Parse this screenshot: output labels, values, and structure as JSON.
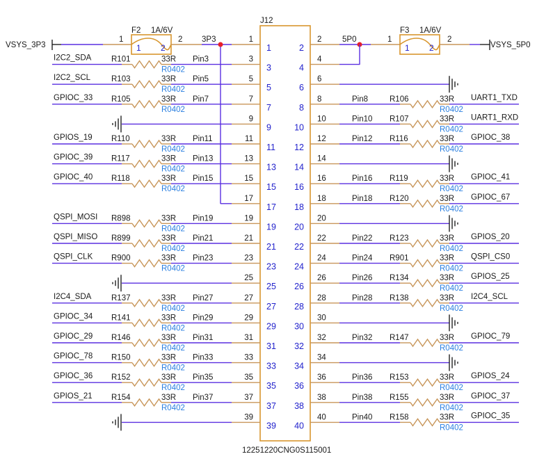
{
  "connector": {
    "refdes": "J12",
    "part_number": "12251220CNG0S115001"
  },
  "power": {
    "left": {
      "rail": "VSYS_3P3",
      "fuse": "F2",
      "rating": "1A/6V",
      "net": "3P3",
      "pin_in": "1",
      "pin_out": "2",
      "inner_in": "1",
      "inner_out": "2"
    },
    "right": {
      "rail": "VSYS_5P0",
      "fuse": "F3",
      "rating": "1A/6V",
      "net": "5P0",
      "pin_in": "1",
      "pin_out": "2",
      "inner_in": "1",
      "inner_out": "2"
    },
    "junction_color": "#e8202a"
  },
  "resistor": {
    "value": "33R",
    "package": "R0402"
  },
  "left_rows": [
    {
      "pin": "1",
      "type": "power3p3"
    },
    {
      "pin": "3",
      "net": "I2C2_SDA",
      "res": "R101",
      "pinlabel": "Pin3"
    },
    {
      "pin": "5",
      "net": "I2C2_SCL",
      "res": "R103",
      "pinlabel": "Pin5"
    },
    {
      "pin": "7",
      "net": "GPIOC_33",
      "res": "R105",
      "pinlabel": "Pin7"
    },
    {
      "pin": "9",
      "type": "gnd"
    },
    {
      "pin": "11",
      "net": "GPIOS_19",
      "res": "R110",
      "pinlabel": "Pin11"
    },
    {
      "pin": "13",
      "net": "GPIOC_39",
      "res": "R117",
      "pinlabel": "Pin13"
    },
    {
      "pin": "15",
      "net": "GPIOC_40",
      "res": "R118",
      "pinlabel": "Pin15"
    },
    {
      "pin": "17",
      "type": "power3p3tap"
    },
    {
      "pin": "19",
      "net": "QSPI_MOSI",
      "res": "R898",
      "pinlabel": "Pin19"
    },
    {
      "pin": "21",
      "net": "QSPI_MISO",
      "res": "R899",
      "pinlabel": "Pin21"
    },
    {
      "pin": "23",
      "net": "QSPI_CLK",
      "res": "R900",
      "pinlabel": "Pin23"
    },
    {
      "pin": "25",
      "type": "gnd"
    },
    {
      "pin": "27",
      "net": "I2C4_SDA",
      "res": "R137",
      "pinlabel": "Pin27"
    },
    {
      "pin": "29",
      "net": "GPIOC_34",
      "res": "R141",
      "pinlabel": "Pin29"
    },
    {
      "pin": "31",
      "net": "GPIOC_29",
      "res": "R146",
      "pinlabel": "Pin31"
    },
    {
      "pin": "33",
      "net": "GPIOC_78",
      "res": "R150",
      "pinlabel": "Pin33"
    },
    {
      "pin": "35",
      "net": "GPIOC_36",
      "res": "R152",
      "pinlabel": "Pin35"
    },
    {
      "pin": "37",
      "net": "GPIOS_21",
      "res": "R154",
      "pinlabel": "Pin37"
    },
    {
      "pin": "39",
      "type": "gnd"
    }
  ],
  "right_rows": [
    {
      "pin": "2",
      "type": "power5p0"
    },
    {
      "pin": "4",
      "type": "power5p0tap"
    },
    {
      "pin": "6",
      "type": "gnd"
    },
    {
      "pin": "8",
      "net": "UART1_TXD",
      "res": "R106",
      "pinlabel": "Pin8"
    },
    {
      "pin": "10",
      "net": "UART1_RXD",
      "res": "R107",
      "pinlabel": "Pin10"
    },
    {
      "pin": "12",
      "net": "GPIOC_38",
      "res": "R116",
      "pinlabel": "Pin12"
    },
    {
      "pin": "14",
      "type": "gnd"
    },
    {
      "pin": "16",
      "net": "GPIOC_41",
      "res": "R119",
      "pinlabel": "Pin16"
    },
    {
      "pin": "18",
      "net": "GPIOC_67",
      "res": "R120",
      "pinlabel": "Pin18"
    },
    {
      "pin": "20",
      "type": "gnd"
    },
    {
      "pin": "22",
      "net": "GPIOS_20",
      "res": "R123",
      "pinlabel": "Pin22"
    },
    {
      "pin": "24",
      "net": "QSPI_CS0",
      "res": "R901",
      "pinlabel": "Pin24"
    },
    {
      "pin": "26",
      "net": "GPIOS_25",
      "res": "R134",
      "pinlabel": "Pin26"
    },
    {
      "pin": "28",
      "net": "I2C4_SCL",
      "res": "R138",
      "pinlabel": "Pin28"
    },
    {
      "pin": "30",
      "type": "gnd"
    },
    {
      "pin": "32",
      "net": "GPIOC_79",
      "res": "R147",
      "pinlabel": "Pin32"
    },
    {
      "pin": "34",
      "type": "gnd"
    },
    {
      "pin": "36",
      "net": "GPIOS_24",
      "res": "R153",
      "pinlabel": "Pin36"
    },
    {
      "pin": "38",
      "net": "GPIOC_37",
      "res": "R155",
      "pinlabel": "Pin38"
    },
    {
      "pin": "40",
      "net": "GPIOC_35",
      "res": "R158",
      "pinlabel": "Pin40"
    }
  ]
}
